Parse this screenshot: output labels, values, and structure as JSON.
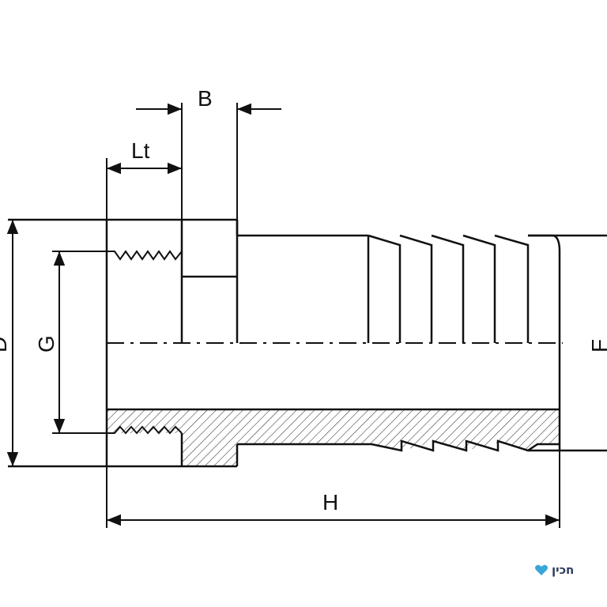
{
  "diagram": {
    "labels": {
      "B": "B",
      "Lt": "Lt",
      "G": "G",
      "H": "H",
      "D": "D",
      "F": "F"
    }
  },
  "logo": {
    "text": "חכין",
    "accent_color": "#3aa6d8"
  }
}
